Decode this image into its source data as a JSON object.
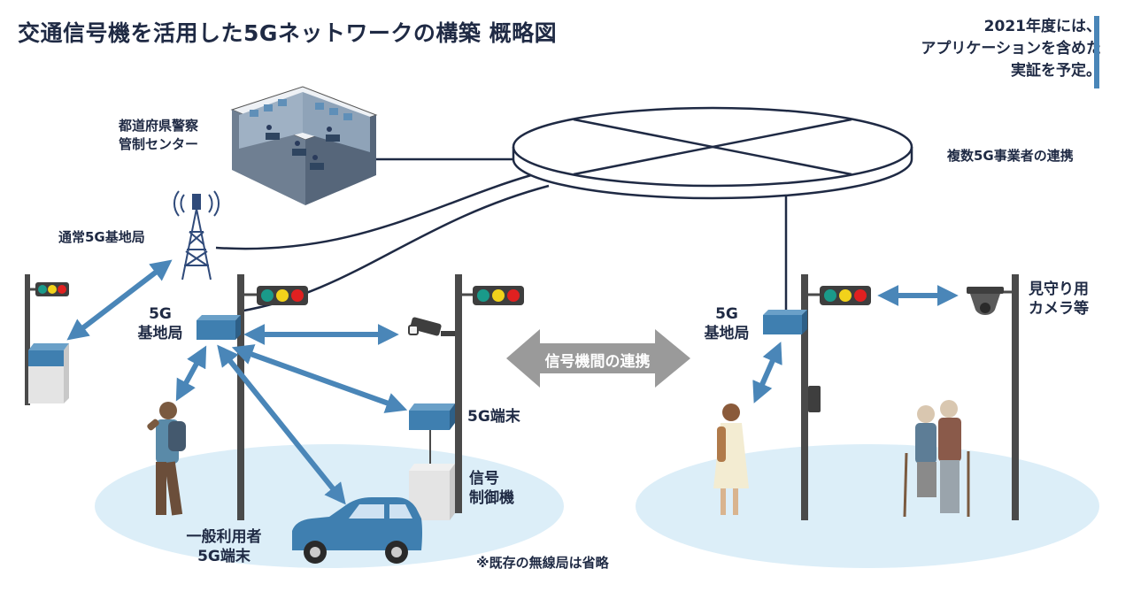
{
  "title": "交通信号機を活用した5Gネットワークの構築 概略図",
  "note": {
    "lines": [
      "2021年度には、",
      "アプリケーションを含めた",
      "実証を予定。"
    ]
  },
  "labels": {
    "police_center": [
      "都道府県警察",
      "管制センター"
    ],
    "carriers": "複数5G事業者の連携",
    "normal_base_station": "通常5G基地局",
    "base_station_left": [
      "5G",
      "基地局"
    ],
    "base_station_right": [
      "5G",
      "基地局"
    ],
    "terminal": "5G端末",
    "signal_controller": [
      "信号",
      "制御機"
    ],
    "general_user": [
      "一般利用者",
      "5G端末"
    ],
    "footnote": "※既存の無線局は省略",
    "inter_signal": "信号機間の連携",
    "camera": [
      "見守り用",
      "カメラ等"
    ]
  },
  "colors": {
    "navy": "#1f2a44",
    "arrow_blue": "#4a86b8",
    "pole_gray": "#4a4a4a",
    "ground_blue": "#dceef8",
    "box_blue": "#3f7fb0",
    "gray_arrow": "#9a9a9a",
    "light_red": "#e02020",
    "light_yellow": "#f2d21b",
    "light_green": "#1a9a8a"
  },
  "icons": [
    "control-room-icon",
    "radio-tower-icon",
    "traffic-light-icon",
    "security-camera-icon",
    "dome-camera-icon",
    "car-icon",
    "pedestrian-icon",
    "elderly-couple-icon"
  ]
}
